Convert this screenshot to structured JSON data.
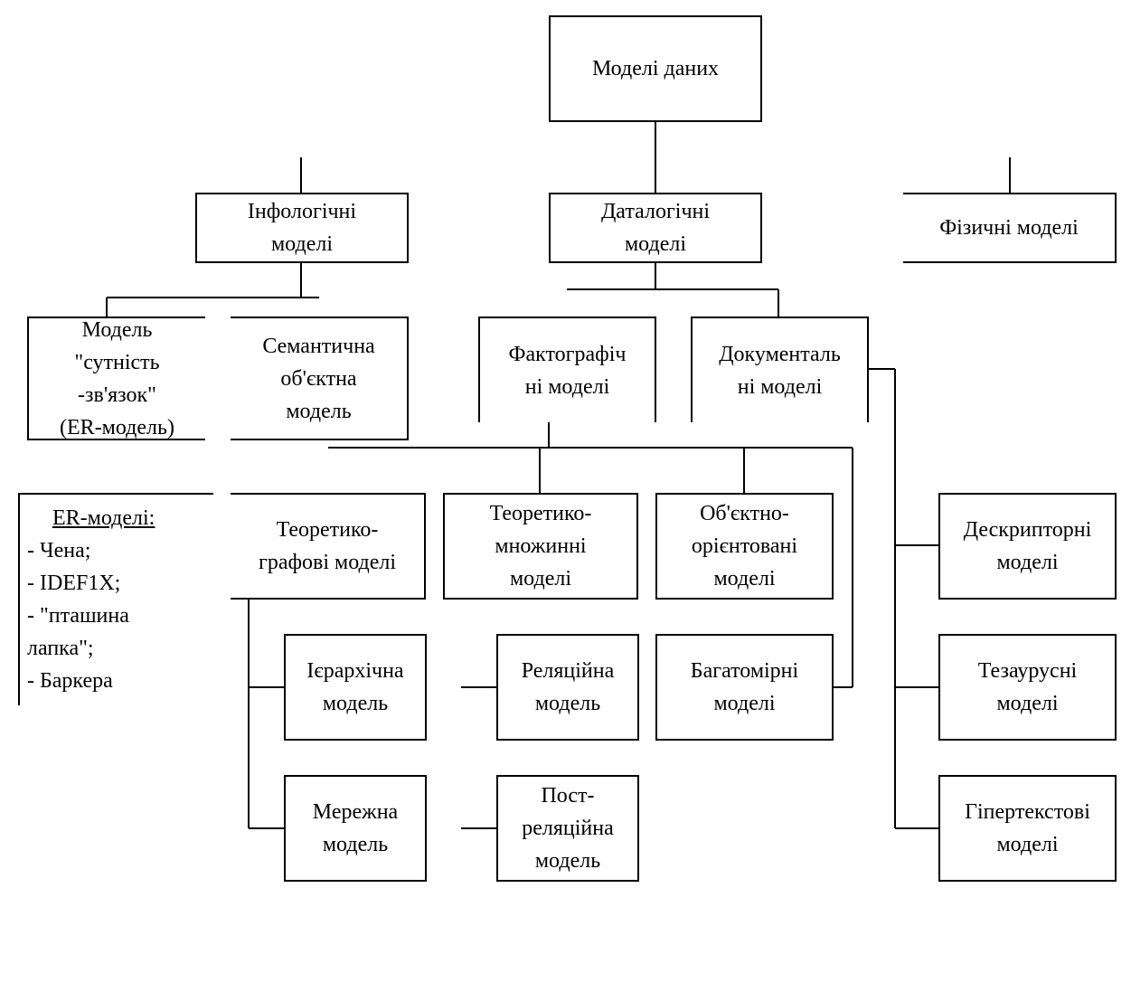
{
  "diagram": {
    "root": "Моделі даних",
    "level1": {
      "infological": "Інфологічні\nмоделі",
      "datalogical": "Даталогічні\nмоделі",
      "physical": "Фізичні моделі"
    },
    "infological_children": {
      "er_model": "Модель\n\"сутність\n-зв'язок\"\n(ER-модель)",
      "semantic": "Семантична\nоб'єктна\nмодель"
    },
    "datalogical_children": {
      "factographic": "Фактографіч\nні моделі",
      "documentary": "Документаль\nні  моделі"
    },
    "factographic_children": {
      "graph_theory": "Теоретико-\nграфові моделі",
      "set_theory": "Теоретико-\nмножинні\nмоделі",
      "object_oriented": "Об'єктно-\nорієнтовані\nмоделі",
      "multidimensional": "Багатомірні\nмоделі"
    },
    "graph_children": {
      "hierarchical": "Ієрархічна\nмодель",
      "network": "Мережна\nмодель"
    },
    "set_children": {
      "relational": "Реляційна\nмодель",
      "post_relational": "Пост-\nреляційна\nмодель"
    },
    "documentary_children": {
      "descriptor": "Дескрипторні\nмоделі",
      "thesaurus": "Тезаурусні\nмоделі",
      "hypertext": "Гіпертекстові\nмоделі"
    },
    "er_models": {
      "title": "ER-моделі:",
      "items": [
        "- Чена;",
        "- IDEF1X;",
        "- \"пташина\nлапка\";",
        "- Баркера"
      ]
    }
  },
  "colors": {
    "line": "#000000",
    "background": "#ffffff"
  }
}
